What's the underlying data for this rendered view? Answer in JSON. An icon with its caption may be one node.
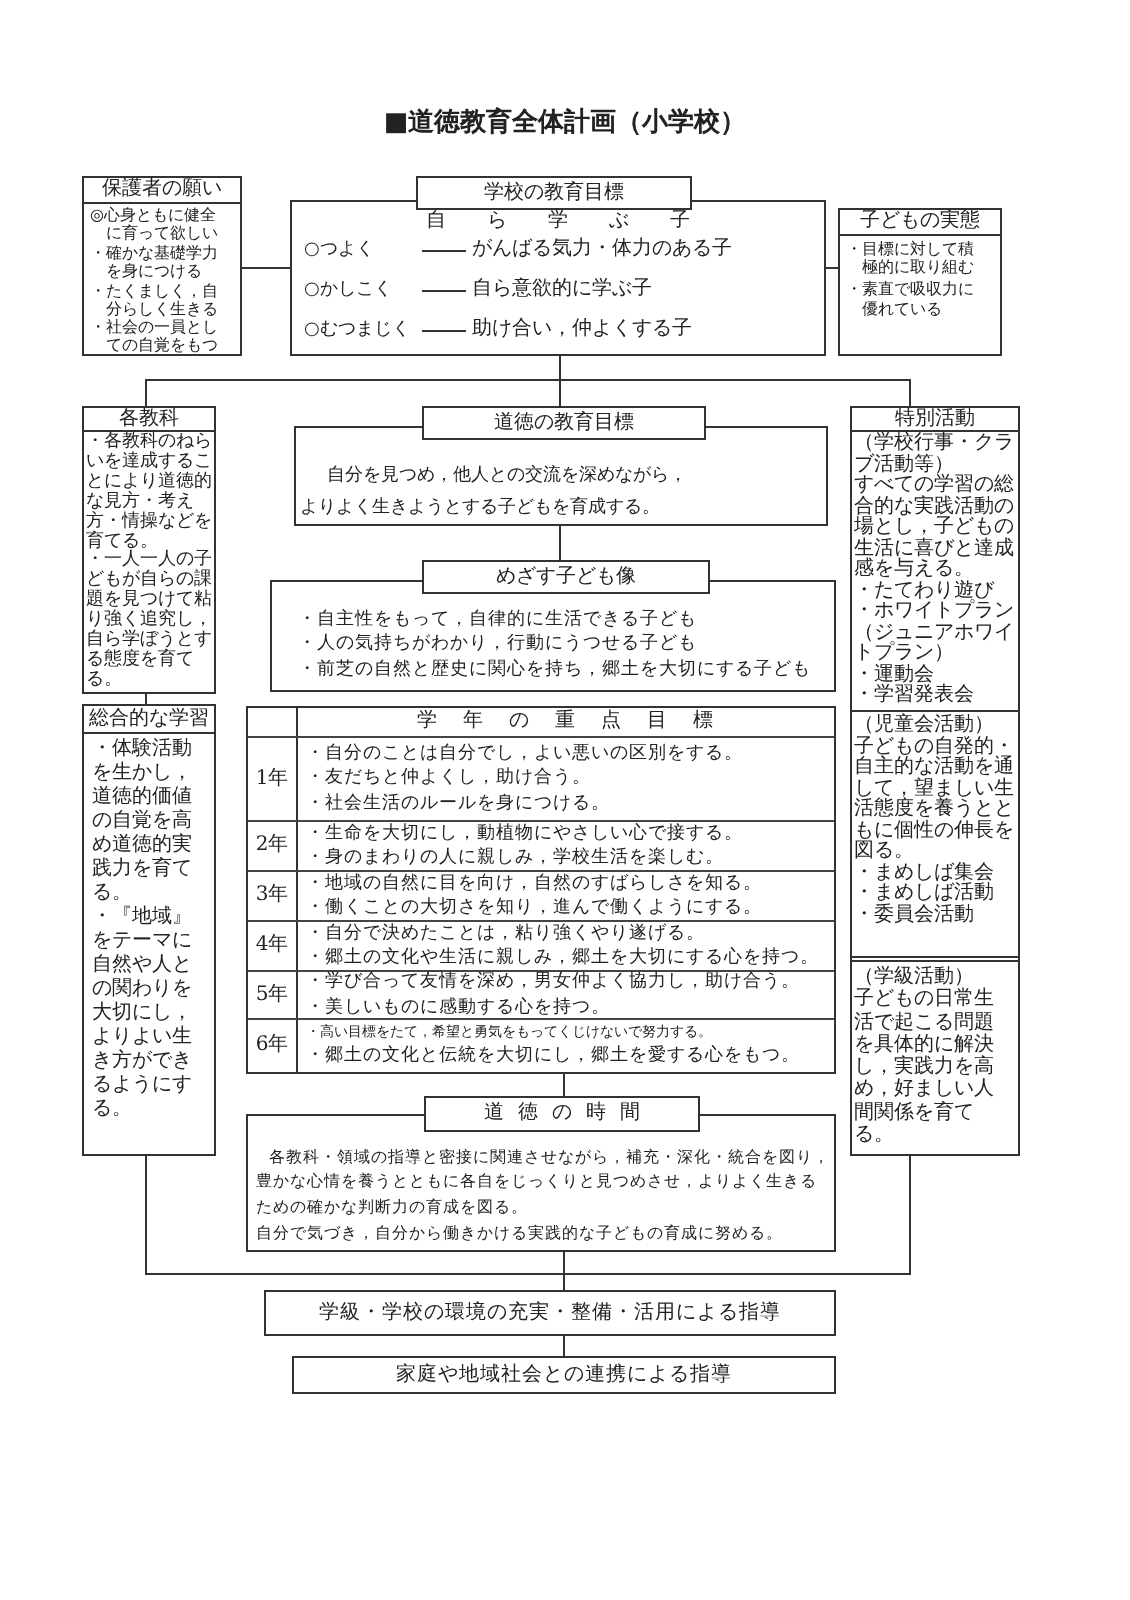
{
  "diagram": {
    "title": "■道徳教育全体計画（小学校）",
    "nodes": [
      {
        "text": [
          "保護者の願い",
          "◎心身ともに健全に育って欲しい",
          "・確かな基礎学力を身につける",
          "・たくましく，自分らしく生きる",
          "・社会の一員としての自覚をもつ"
        ]
      },
      {
        "text": [
          "学校の教育目標",
          "自ら学ぶ子",
          "○つよく",
          "がんばる気力・体力のある子",
          "○かしこく",
          "自ら意欲的に学ぶ子",
          "○むつまじく",
          "助け合い，仲よくする子"
        ]
      },
      {
        "text": [
          "子どもの実態",
          "・目標に対して積極的に取り組む",
          "・素直で吸収力に優れている"
        ]
      },
      {
        "text": [
          "各教科",
          "・各教科のねらいを達成することにより道徳的な見方・考え方・情操などを育てる。",
          "・一人一人の子どもが自らの課題を見つけて粘り強く追究し，自ら学ぼうとする態度を育てる。"
        ]
      },
      {
        "text": [
          "道徳の教育目標",
          "自分を見つめ，他人との交流を深めながら，よりよく生きようとする子どもを育成する。"
        ]
      },
      {
        "text": [
          "特別活動"
        ]
      },
      {
        "text": [
          "（学校行事・クラブ活動等）",
          "すべての学習の総合的な実践活動の場とし，子どもの生活に喜びと達成感を与える。",
          "・たてわり遊び",
          "・ホワイトプラン（ジュニアホワイトプラン）",
          "・運動会",
          "・学習発表会"
        ],
        "in": 5
      },
      {
        "text": [
          "（児童会活動）",
          "子どもの自発的・自主的な活動を通して，望ましい生活態度を養うとともに個性の伸長を図る。",
          "・まめしば集会",
          "・まめしば活動",
          "・委員会活動"
        ],
        "in": 5
      },
      {
        "text": [
          "（学級活動）",
          "子どもの日常生活で起こる問題を具体的に解決し，実践力を高め，好ましい人間関係を育てる。"
        ],
        "in": 5
      },
      {
        "text": [
          "めざす子ども像",
          "・自主性をもって，自律的に生活できる子ども",
          "・人の気持ちがわかり，行動にうつせる子ども",
          "・前芝の自然と歴史に関心を持ち，郷土を大切にする子ども"
        ]
      },
      {
        "text": [
          "総合的な学習",
          "・体験活動を生かし，道徳的価値の自覚を高め道徳的実践力を育てる。",
          "・『地域』をテーマに自然や人との関わりを大切にし，よりよい生き方ができるようにする。"
        ]
      },
      {
        "text": [
          "学年の重点目標"
        ]
      },
      {
        "text": [
          "1年",
          "・自分のことは自分でし，よい悪いの区別をする。",
          "・友だちと仲よくし，助け合う。",
          "・社会生活のルールを身につける。"
        ],
        "in": 11
      },
      {
        "text": [
          "2年",
          "・生命を大切にし，動植物にやさしい心で接する。",
          "・身のまわりの人に親しみ，学校生活を楽しむ。"
        ],
        "in": 11
      },
      {
        "text": [
          "3年",
          "・地域の自然に目を向け，自然のすばらしさを知る。",
          "・働くことの大切さを知り，進んで働くようにする。"
        ],
        "in": 11
      },
      {
        "text": [
          "4年",
          "・自分で決めたことは，粘り強くやり遂げる。",
          "・郷土の文化や生活に親しみ，郷土を大切にする心を持つ。"
        ],
        "in": 11
      },
      {
        "text": [
          "5年",
          "・学び合って友情を深め，男女仲よく協力し，助け合う。",
          "・美しいものに感動する心を持つ。"
        ],
        "in": 11
      },
      {
        "text": [
          "6年",
          "・高い目標をたて，希望と勇気をもってくじけないで努力する。",
          "・郷土の文化と伝統を大切にし，郷土を愛する心をもつ。"
        ],
        "in": 11
      },
      {
        "text": [
          "道徳の時間",
          "各教科・領域の指導と密接に関連させながら，補充・深化・統合を図り，豊かな心情を養うとともに各自をじっくりと見つめさせ，よりよく生きるための確かな判断力の育成を図る。",
          "自分で気づき，自分から働きかける実践的な子どもの育成に努める。"
        ]
      },
      {
        "text": [
          "学級・学校の環境の充実・整備・活用による指導"
        ]
      },
      {
        "text": [
          "家庭や地域社会との連携による指導"
        ]
      }
    ],
    "edges": [
      {
        "from": 0,
        "to": 1,
        "arrow": "none"
      },
      {
        "from": 1,
        "to": 2,
        "arrow": "none"
      },
      {
        "from": 1,
        "to": 3,
        "arrow": "none"
      },
      {
        "from": 1,
        "to": 4,
        "arrow": "none"
      },
      {
        "from": 1,
        "to": 5,
        "arrow": "none"
      },
      {
        "from": 4,
        "to": 9,
        "arrow": "none"
      },
      {
        "from": 3,
        "to": 10,
        "arrow": "none"
      },
      {
        "from": 11,
        "to": 18,
        "arrow": "none"
      },
      {
        "from": 10,
        "to": 19,
        "arrow": "none"
      },
      {
        "from": 18,
        "to": 19,
        "arrow": "none"
      },
      {
        "from": 5,
        "to": 19,
        "arrow": "none"
      },
      {
        "from": 19,
        "to": 20,
        "arrow": "none"
      }
    ]
  }
}
